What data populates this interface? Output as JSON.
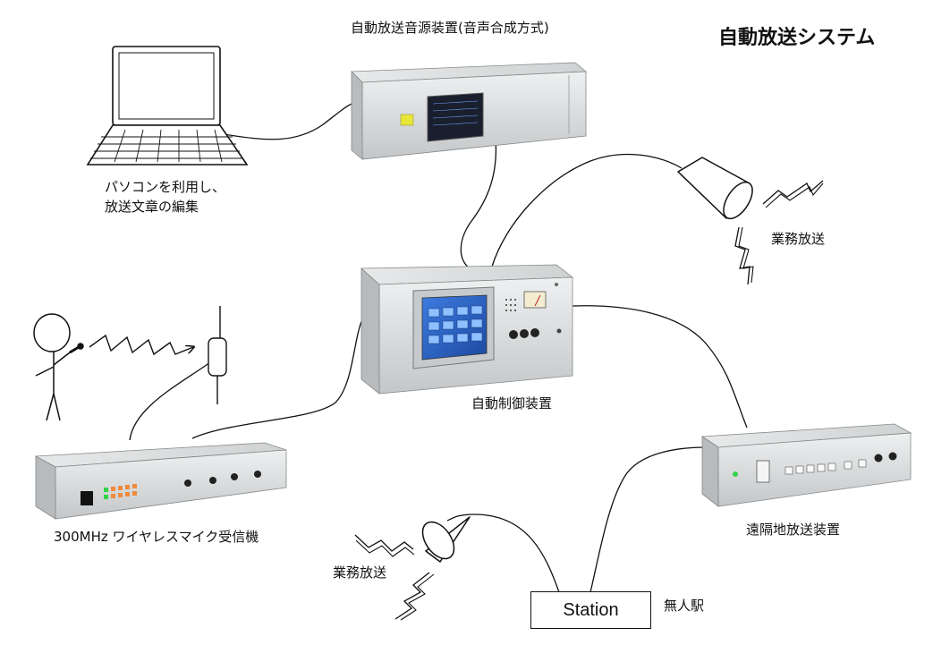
{
  "title": "自動放送システム",
  "devices": {
    "sound_source": "自動放送音源装置(音声合成方式)",
    "pc_caption_line1": "パソコンを利用し、",
    "pc_caption_line2": "放送文章の編集",
    "controller": "自動制御装置",
    "wireless_receiver": "300MHz ワイヤレスマイク受信機",
    "remote_broadcast": "遠隔地放送装置",
    "station_box": "Station",
    "station_caption": "無人駅"
  },
  "broadcast_labels": {
    "business_broadcast_upper": "業務放送",
    "business_broadcast_lower": "業務放送"
  },
  "colors": {
    "panel": "#d6d8d9",
    "screen": "#2a66c8",
    "indicator": "#e9e63a",
    "led_green": "#35d24a",
    "led_orange": "#f08a3c",
    "outline": "#111111"
  },
  "icons": [
    "laptop-icon",
    "rack-unit-icon",
    "speaker-horn-icon",
    "lightning-bolt-icon",
    "stick-figure-icon",
    "antenna-icon"
  ]
}
